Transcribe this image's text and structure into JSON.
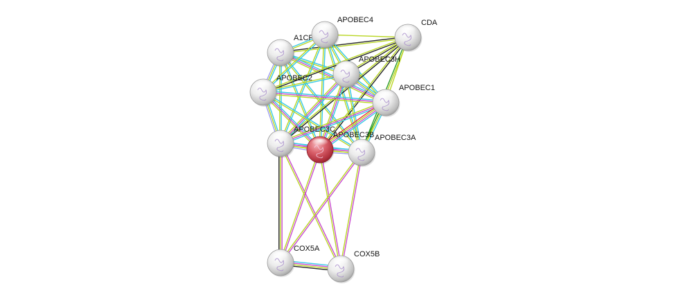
{
  "network": {
    "query_color": "#c9434f",
    "node_color": "#e6e6e6",
    "edge_colors": {
      "curated_db": "#35c8e6",
      "experimental": "#c84ad0",
      "textmining": "#b9d623",
      "coexpression": "#222222",
      "homology": "#9c9cf2",
      "neighborhood": "#2a9b2a",
      "fusion": "#e8343a"
    },
    "nodes": [
      {
        "id": "A1CF",
        "label": "A1CF",
        "query": false
      },
      {
        "id": "APOBEC4",
        "label": "APOBEC4",
        "query": false
      },
      {
        "id": "CDA",
        "label": "CDA",
        "query": false
      },
      {
        "id": "APOBEC3H",
        "label": "APOBEC3H",
        "query": false
      },
      {
        "id": "APOBEC2",
        "label": "APOBEC2",
        "query": false
      },
      {
        "id": "APOBEC1",
        "label": "APOBEC1",
        "query": false
      },
      {
        "id": "APOBEC3C",
        "label": "APOBEC3C",
        "query": false
      },
      {
        "id": "APOBEC3B",
        "label": "APOBEC3B",
        "query": true
      },
      {
        "id": "APOBEC3A",
        "label": "APOBEC3A",
        "query": false
      },
      {
        "id": "COX5A",
        "label": "COX5A",
        "query": false
      },
      {
        "id": "COX5B",
        "label": "COX5B",
        "query": false
      }
    ],
    "edges": [
      {
        "from": "A1CF",
        "to": "APOBEC4",
        "types": [
          "curated_db",
          "textmining"
        ]
      },
      {
        "from": "A1CF",
        "to": "CDA",
        "types": [
          "coexpression",
          "textmining"
        ]
      },
      {
        "from": "A1CF",
        "to": "APOBEC3H",
        "types": [
          "curated_db",
          "textmining"
        ]
      },
      {
        "from": "A1CF",
        "to": "APOBEC2",
        "types": [
          "curated_db",
          "textmining",
          "homology"
        ]
      },
      {
        "from": "A1CF",
        "to": "APOBEC1",
        "types": [
          "curated_db",
          "experimental",
          "textmining"
        ]
      },
      {
        "from": "A1CF",
        "to": "APOBEC3C",
        "types": [
          "curated_db",
          "textmining"
        ]
      },
      {
        "from": "A1CF",
        "to": "APOBEC3B",
        "types": [
          "curated_db",
          "textmining"
        ]
      },
      {
        "from": "A1CF",
        "to": "APOBEC3A",
        "types": [
          "curated_db",
          "textmining"
        ]
      },
      {
        "from": "APOBEC4",
        "to": "CDA",
        "types": [
          "textmining"
        ]
      },
      {
        "from": "APOBEC4",
        "to": "APOBEC3H",
        "types": [
          "curated_db",
          "textmining"
        ]
      },
      {
        "from": "APOBEC4",
        "to": "APOBEC2",
        "types": [
          "curated_db",
          "textmining"
        ]
      },
      {
        "from": "APOBEC4",
        "to": "APOBEC1",
        "types": [
          "curated_db",
          "textmining"
        ]
      },
      {
        "from": "APOBEC4",
        "to": "APOBEC3C",
        "types": [
          "curated_db",
          "textmining"
        ]
      },
      {
        "from": "APOBEC4",
        "to": "APOBEC3B",
        "types": [
          "curated_db",
          "textmining"
        ]
      },
      {
        "from": "APOBEC4",
        "to": "APOBEC3A",
        "types": [
          "curated_db",
          "textmining"
        ]
      },
      {
        "from": "CDA",
        "to": "APOBEC3H",
        "types": [
          "coexpression",
          "textmining"
        ]
      },
      {
        "from": "CDA",
        "to": "APOBEC2",
        "types": [
          "coexpression",
          "textmining"
        ]
      },
      {
        "from": "CDA",
        "to": "APOBEC1",
        "types": [
          "textmining"
        ]
      },
      {
        "from": "CDA",
        "to": "APOBEC3C",
        "types": [
          "coexpression",
          "textmining"
        ]
      },
      {
        "from": "CDA",
        "to": "APOBEC3B",
        "types": [
          "coexpression",
          "textmining"
        ]
      },
      {
        "from": "CDA",
        "to": "APOBEC3A",
        "types": [
          "textmining",
          "neighborhood"
        ]
      },
      {
        "from": "APOBEC3H",
        "to": "APOBEC2",
        "types": [
          "curated_db",
          "textmining"
        ]
      },
      {
        "from": "APOBEC3H",
        "to": "APOBEC1",
        "types": [
          "curated_db",
          "textmining",
          "homology"
        ]
      },
      {
        "from": "APOBEC3H",
        "to": "APOBEC3C",
        "types": [
          "curated_db",
          "experimental",
          "textmining"
        ]
      },
      {
        "from": "APOBEC3H",
        "to": "APOBEC3B",
        "types": [
          "curated_db",
          "experimental",
          "textmining"
        ]
      },
      {
        "from": "APOBEC3H",
        "to": "APOBEC3A",
        "types": [
          "curated_db",
          "textmining"
        ]
      },
      {
        "from": "APOBEC2",
        "to": "APOBEC1",
        "types": [
          "curated_db",
          "experimental",
          "textmining"
        ]
      },
      {
        "from": "APOBEC2",
        "to": "APOBEC3C",
        "types": [
          "curated_db",
          "textmining",
          "homology"
        ]
      },
      {
        "from": "APOBEC2",
        "to": "APOBEC3B",
        "types": [
          "curated_db",
          "experimental",
          "textmining"
        ]
      },
      {
        "from": "APOBEC2",
        "to": "APOBEC3A",
        "types": [
          "curated_db",
          "textmining"
        ]
      },
      {
        "from": "APOBEC1",
        "to": "APOBEC3C",
        "types": [
          "curated_db",
          "experimental",
          "textmining"
        ]
      },
      {
        "from": "APOBEC1",
        "to": "APOBEC3B",
        "types": [
          "curated_db",
          "experimental",
          "textmining",
          "fusion"
        ]
      },
      {
        "from": "APOBEC1",
        "to": "APOBEC3A",
        "types": [
          "curated_db",
          "textmining",
          "neighborhood"
        ]
      },
      {
        "from": "APOBEC3C",
        "to": "APOBEC3B",
        "types": [
          "curated_db",
          "experimental",
          "textmining",
          "homology"
        ]
      },
      {
        "from": "APOBEC3C",
        "to": "APOBEC3A",
        "types": [
          "curated_db",
          "experimental",
          "textmining"
        ]
      },
      {
        "from": "APOBEC3B",
        "to": "APOBEC3A",
        "types": [
          "curated_db",
          "experimental",
          "textmining",
          "homology"
        ]
      },
      {
        "from": "APOBEC3C",
        "to": "COX5A",
        "types": [
          "experimental",
          "textmining",
          "coexpression"
        ]
      },
      {
        "from": "APOBEC3C",
        "to": "COX5B",
        "types": [
          "experimental",
          "textmining"
        ]
      },
      {
        "from": "APOBEC3B",
        "to": "COX5A",
        "types": [
          "experimental",
          "textmining"
        ]
      },
      {
        "from": "APOBEC3B",
        "to": "COX5B",
        "types": [
          "experimental",
          "textmining"
        ]
      },
      {
        "from": "APOBEC3A",
        "to": "COX5A",
        "types": [
          "experimental",
          "textmining"
        ]
      },
      {
        "from": "APOBEC3A",
        "to": "COX5B",
        "types": [
          "experimental",
          "textmining"
        ]
      },
      {
        "from": "COX5A",
        "to": "COX5B",
        "types": [
          "curated_db",
          "experimental",
          "textmining",
          "coexpression"
        ]
      }
    ]
  }
}
